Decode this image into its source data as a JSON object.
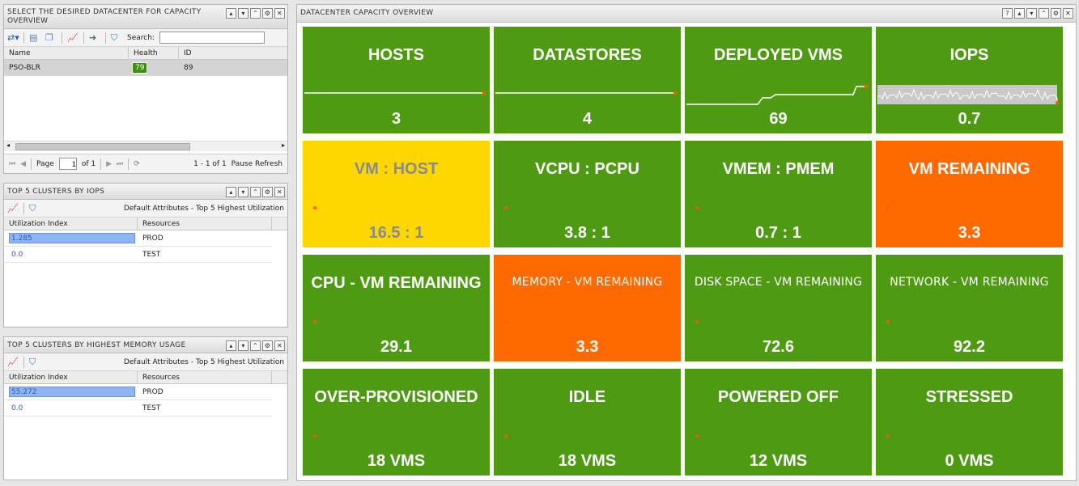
{
  "dc_panel": {
    "title": "SELECT THE DESIRED DATACENTER FOR CAPACITY OVERVIEW",
    "search_label": "Search:",
    "search_value": "",
    "columns": [
      "Name",
      "Health",
      "ID"
    ],
    "rows": [
      {
        "name": "PSO-BLR",
        "health": "79",
        "id": "89"
      }
    ],
    "pager": {
      "page_label": "Page",
      "page_value": "1",
      "of_label": "of 1",
      "range": "1 - 1 of 1",
      "pause": "Pause Refresh"
    }
  },
  "iops_panel": {
    "title": "TOP 5 CLUSTERS BY IOPS",
    "toolbar_text": "Default Attributes - Top 5 Highest Utilization",
    "columns": [
      "Utilization Index",
      "Resources"
    ],
    "rows": [
      {
        "index": "1.285",
        "resource": "PROD",
        "fill": 1.0
      },
      {
        "index": "0.0",
        "resource": "TEST",
        "fill": 0.0
      }
    ]
  },
  "mem_panel": {
    "title": "TOP 5 CLUSTERS BY HIGHEST MEMORY USAGE",
    "toolbar_text": "Default Attributes - Top 5 Highest Utilization",
    "columns": [
      "Utilization Index",
      "Resources"
    ],
    "rows": [
      {
        "index": "55.272",
        "resource": "PROD",
        "fill": 1.0
      },
      {
        "index": "0.0",
        "resource": "TEST",
        "fill": 0.0
      }
    ]
  },
  "overview": {
    "title": "DATACENTER CAPACITY OVERVIEW",
    "tiles": [
      {
        "title": "HOSTS",
        "value": "3",
        "color": "#4f9a13"
      },
      {
        "title": "DATASTORES",
        "value": "4",
        "color": "#4f9a13"
      },
      {
        "title": "DEPLOYED VMS",
        "value": "69",
        "color": "#4f9a13"
      },
      {
        "title": "IOPS",
        "value": "0.7",
        "color": "#4f9a13"
      },
      {
        "title": "VM : HOST",
        "value": "16.5 : 1",
        "color": "#ffd700"
      },
      {
        "title": "VCPU : PCPU",
        "value": "3.8 : 1",
        "color": "#4f9a13"
      },
      {
        "title": "VMEM : PMEM",
        "value": "0.7 : 1",
        "color": "#4f9a13"
      },
      {
        "title": "VM REMAINING",
        "value": "3.3",
        "color": "#ff6a00"
      },
      {
        "title": "CPU - VM REMAINING",
        "value": "29.1",
        "color": "#4f9a13"
      },
      {
        "title": "MEMORY - VM REMAINING",
        "value": "3.3",
        "color": "#ff6a00"
      },
      {
        "title": "DISK SPACE - VM REMAINING",
        "value": "72.6",
        "color": "#4f9a13"
      },
      {
        "title": "NETWORK - VM REMAINING",
        "value": "92.2",
        "color": "#4f9a13"
      },
      {
        "title": "OVER-PROVISIONED",
        "value": "18 VMS",
        "color": "#4f9a13"
      },
      {
        "title": "IDLE",
        "value": "18 VMS",
        "color": "#4f9a13"
      },
      {
        "title": "POWERED OFF",
        "value": "12 VMS",
        "color": "#4f9a13"
      },
      {
        "title": "STRESSED",
        "value": "0 VMS",
        "color": "#4f9a13"
      }
    ]
  }
}
